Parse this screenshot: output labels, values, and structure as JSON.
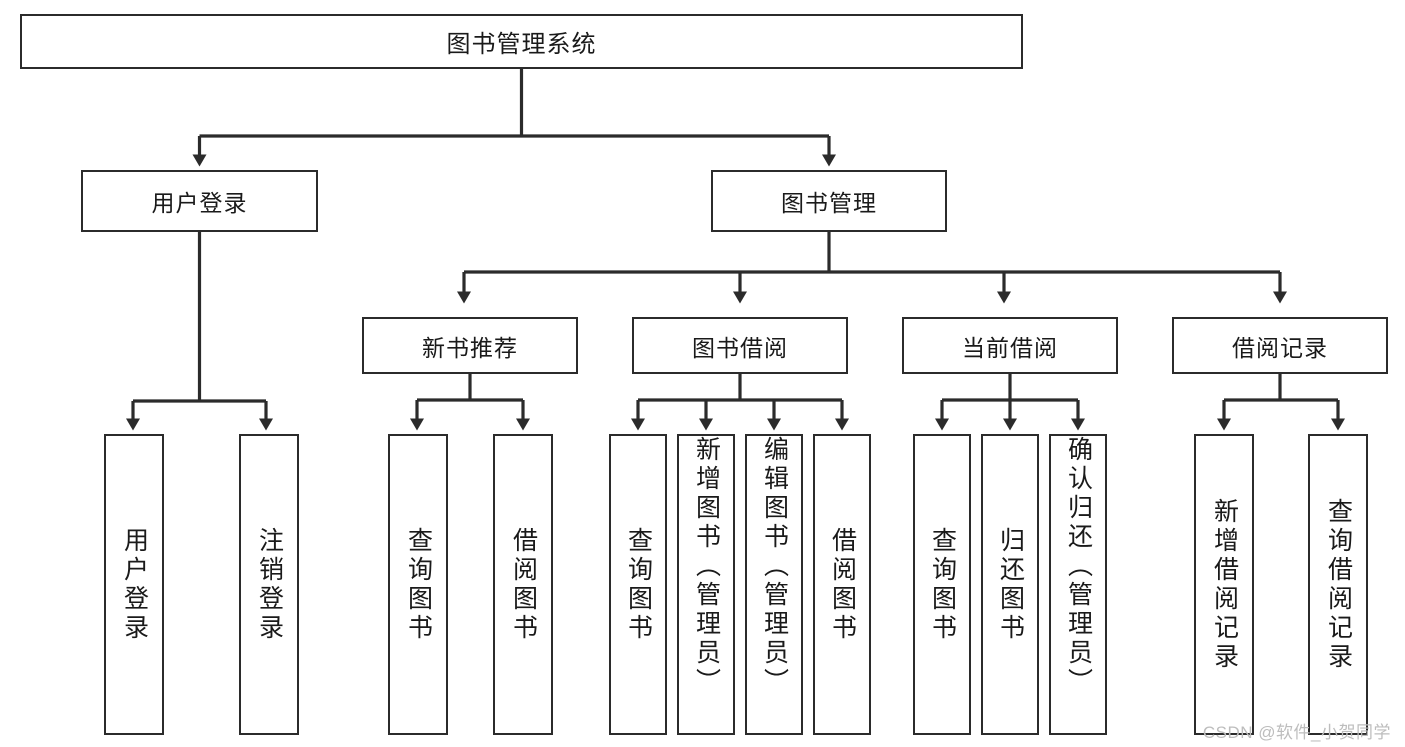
{
  "diagram": {
    "title": "图书管理系统",
    "type": "tree-hierarchy-chart",
    "colors": {
      "box_border": "#2b2b2b",
      "box_fill": "#ffffff",
      "edge": "#2b2b2b",
      "background": "#ffffff",
      "watermark": "#bdbdbd"
    },
    "root": {
      "label": "图书管理系统"
    },
    "level2": [
      {
        "label": "用户登录"
      },
      {
        "label": "图书管理"
      }
    ],
    "level3": [
      {
        "label": "新书推荐"
      },
      {
        "label": "图书借阅"
      },
      {
        "label": "当前借阅"
      },
      {
        "label": "借阅记录"
      }
    ],
    "leaves": {
      "user_login": [
        {
          "label": "用户登录"
        },
        {
          "label": "注销登录"
        }
      ],
      "new_book_recommend": [
        {
          "label": "查询图书"
        },
        {
          "label": "借阅图书"
        }
      ],
      "book_borrow": [
        {
          "label": "查询图书"
        },
        {
          "label": "新增图书（管理员）"
        },
        {
          "label": "编辑图书（管理员）"
        },
        {
          "label": "借阅图书"
        }
      ],
      "current_borrow": [
        {
          "label": "查询图书"
        },
        {
          "label": "归还图书"
        },
        {
          "label": "确认归还（管理员）"
        }
      ],
      "borrow_record": [
        {
          "label": "新增借阅记录"
        },
        {
          "label": "查询借阅记录"
        }
      ]
    }
  },
  "watermark": {
    "text": "CSDN @软件_小贺同学"
  }
}
